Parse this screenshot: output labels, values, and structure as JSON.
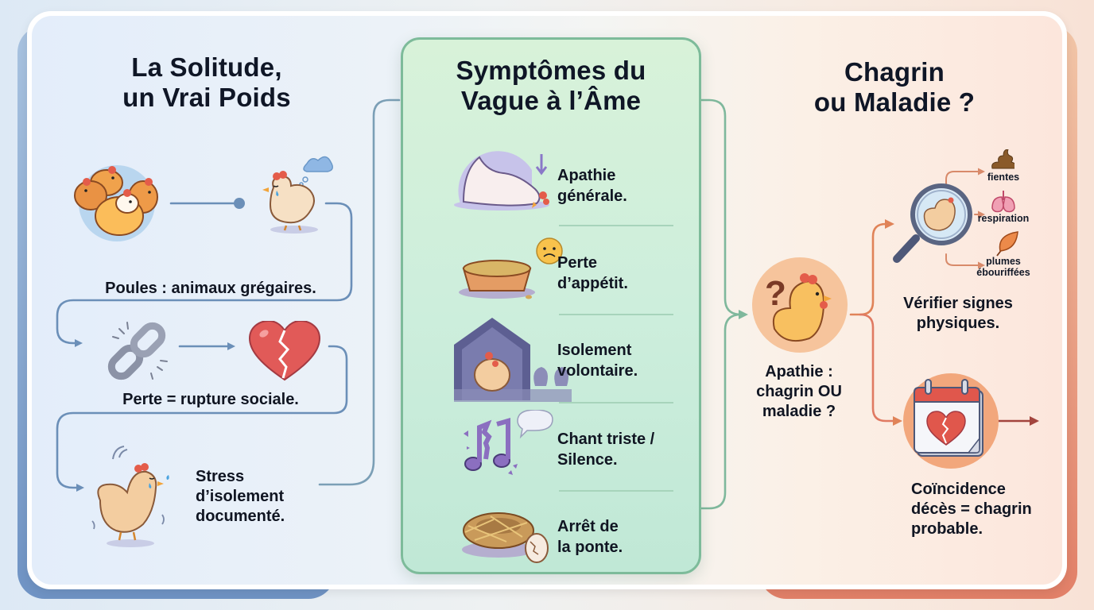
{
  "colors": {
    "left_accent": "#6f93c4",
    "middle_accent": "#7dbb9a",
    "right_accent": "#e28068",
    "flow_line_left": "#6b8fb8",
    "flow_line_middle": "#7fb89c",
    "flow_line_right": "#dc8464",
    "title_text": "#0f1626"
  },
  "left_panel": {
    "title": [
      "La Solitude,",
      "un Vrai Poids"
    ],
    "steps": [
      {
        "icons": [
          "flock-of-hens-icon",
          "sad-lonely-hen-icon"
        ],
        "label": "Poules : animaux grégaires."
      },
      {
        "icons": [
          "broken-chain-icon",
          "broken-heart-icon"
        ],
        "label": "Perte = rupture sociale."
      },
      {
        "icons": [
          "stressed-crying-hen-icon"
        ],
        "label": [
          "Stress",
          "d’isolement",
          "documenté."
        ]
      }
    ]
  },
  "middle_panel": {
    "title": [
      "Symptômes du",
      "Vague à l’Âme"
    ],
    "symptoms": [
      {
        "icon": "lying-hen-down-arrow-icon",
        "label": [
          "Apathie",
          "générale."
        ]
      },
      {
        "icon": "food-bowl-sad-face-icon",
        "label": [
          "Perte",
          "d’appétit."
        ]
      },
      {
        "icon": "hen-alone-in-coop-icon",
        "label": [
          "Isolement",
          "volontaire."
        ]
      },
      {
        "icon": "broken-music-notes-icon",
        "label": [
          "Chant triste /",
          "Silence."
        ]
      },
      {
        "icon": "empty-nest-broken-egg-icon",
        "label": [
          "Arrêt de",
          "la ponte."
        ]
      }
    ]
  },
  "right_panel": {
    "title": [
      "Chagrin",
      "ou Maladie ?"
    ],
    "decision": {
      "icon": "questioning-hen-icon",
      "label": [
        "Apathie :",
        "chagrin OU",
        "maladie ?"
      ]
    },
    "branch_check": {
      "icon": "magnifier-hen-icon",
      "label": [
        "Vérifier signes",
        "physiques."
      ],
      "signs": [
        {
          "icon": "droppings-icon",
          "label": [
            "fientes"
          ]
        },
        {
          "icon": "lungs-icon",
          "label": [
            "respiration"
          ]
        },
        {
          "icon": "feather-icon",
          "label": [
            "plumes",
            "ébouriffées"
          ]
        }
      ]
    },
    "branch_grief": {
      "icon": "calendar-broken-heart-icon",
      "label": [
        "Coïncidence",
        "décès = chagrin",
        "probable."
      ]
    }
  }
}
